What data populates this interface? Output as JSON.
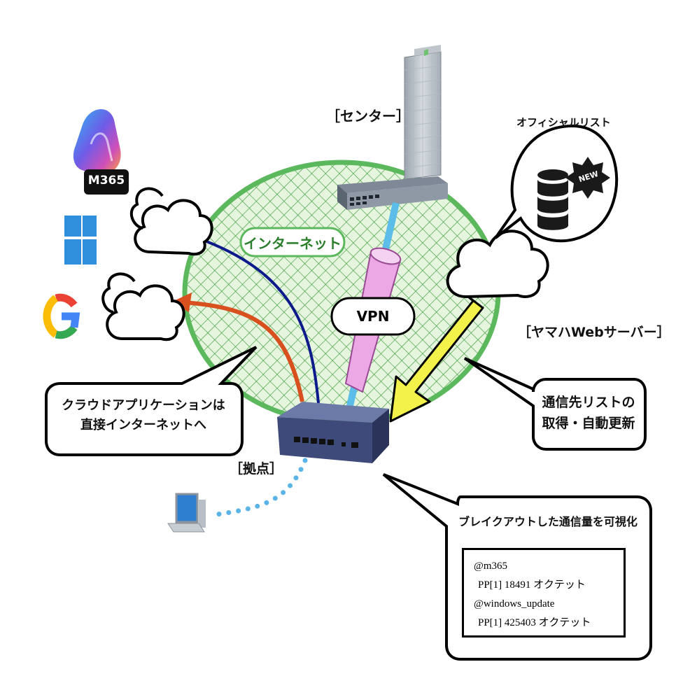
{
  "labels": {
    "center": "［センター］",
    "internet": "インターネット",
    "vpn": "VPN",
    "official_list": "オフィシャルリスト",
    "new_badge": "NEW",
    "yamaha_web_server": "［ヤマハWebサーバー］",
    "base": "［拠点］",
    "m365_badge": "M365"
  },
  "callouts": {
    "cloud_apps_line1": "クラウドアプリケーションは",
    "cloud_apps_line2": "直接インターネットへ",
    "list_update_line1": "通信先リストの",
    "list_update_line2": "取得・自動更新",
    "visualize_title": "ブレイクアウトした通信量を可視化"
  },
  "stats": {
    "group1_name": "@m365",
    "group1_value": "PP[1] 18491 オクテット",
    "group2_name": "@windows_update",
    "group2_value": "PP[1] 425403 オクテット"
  },
  "colors": {
    "internet_fill": "#dff2d6",
    "internet_border": "#5cb85c",
    "vpn_tunnel": "#e8a8e0",
    "blue_route": "#0c1a8c",
    "orange_route": "#d8501e",
    "update_arrow": "#f2f24a",
    "router": "#3d4a7a",
    "lan_dots": "#5ab4e6"
  },
  "icons": [
    "m365-copilot-icon",
    "windows-icon",
    "google-icon",
    "cloud-icon",
    "database-icon",
    "building-icon",
    "router-icon",
    "pc-icon"
  ]
}
